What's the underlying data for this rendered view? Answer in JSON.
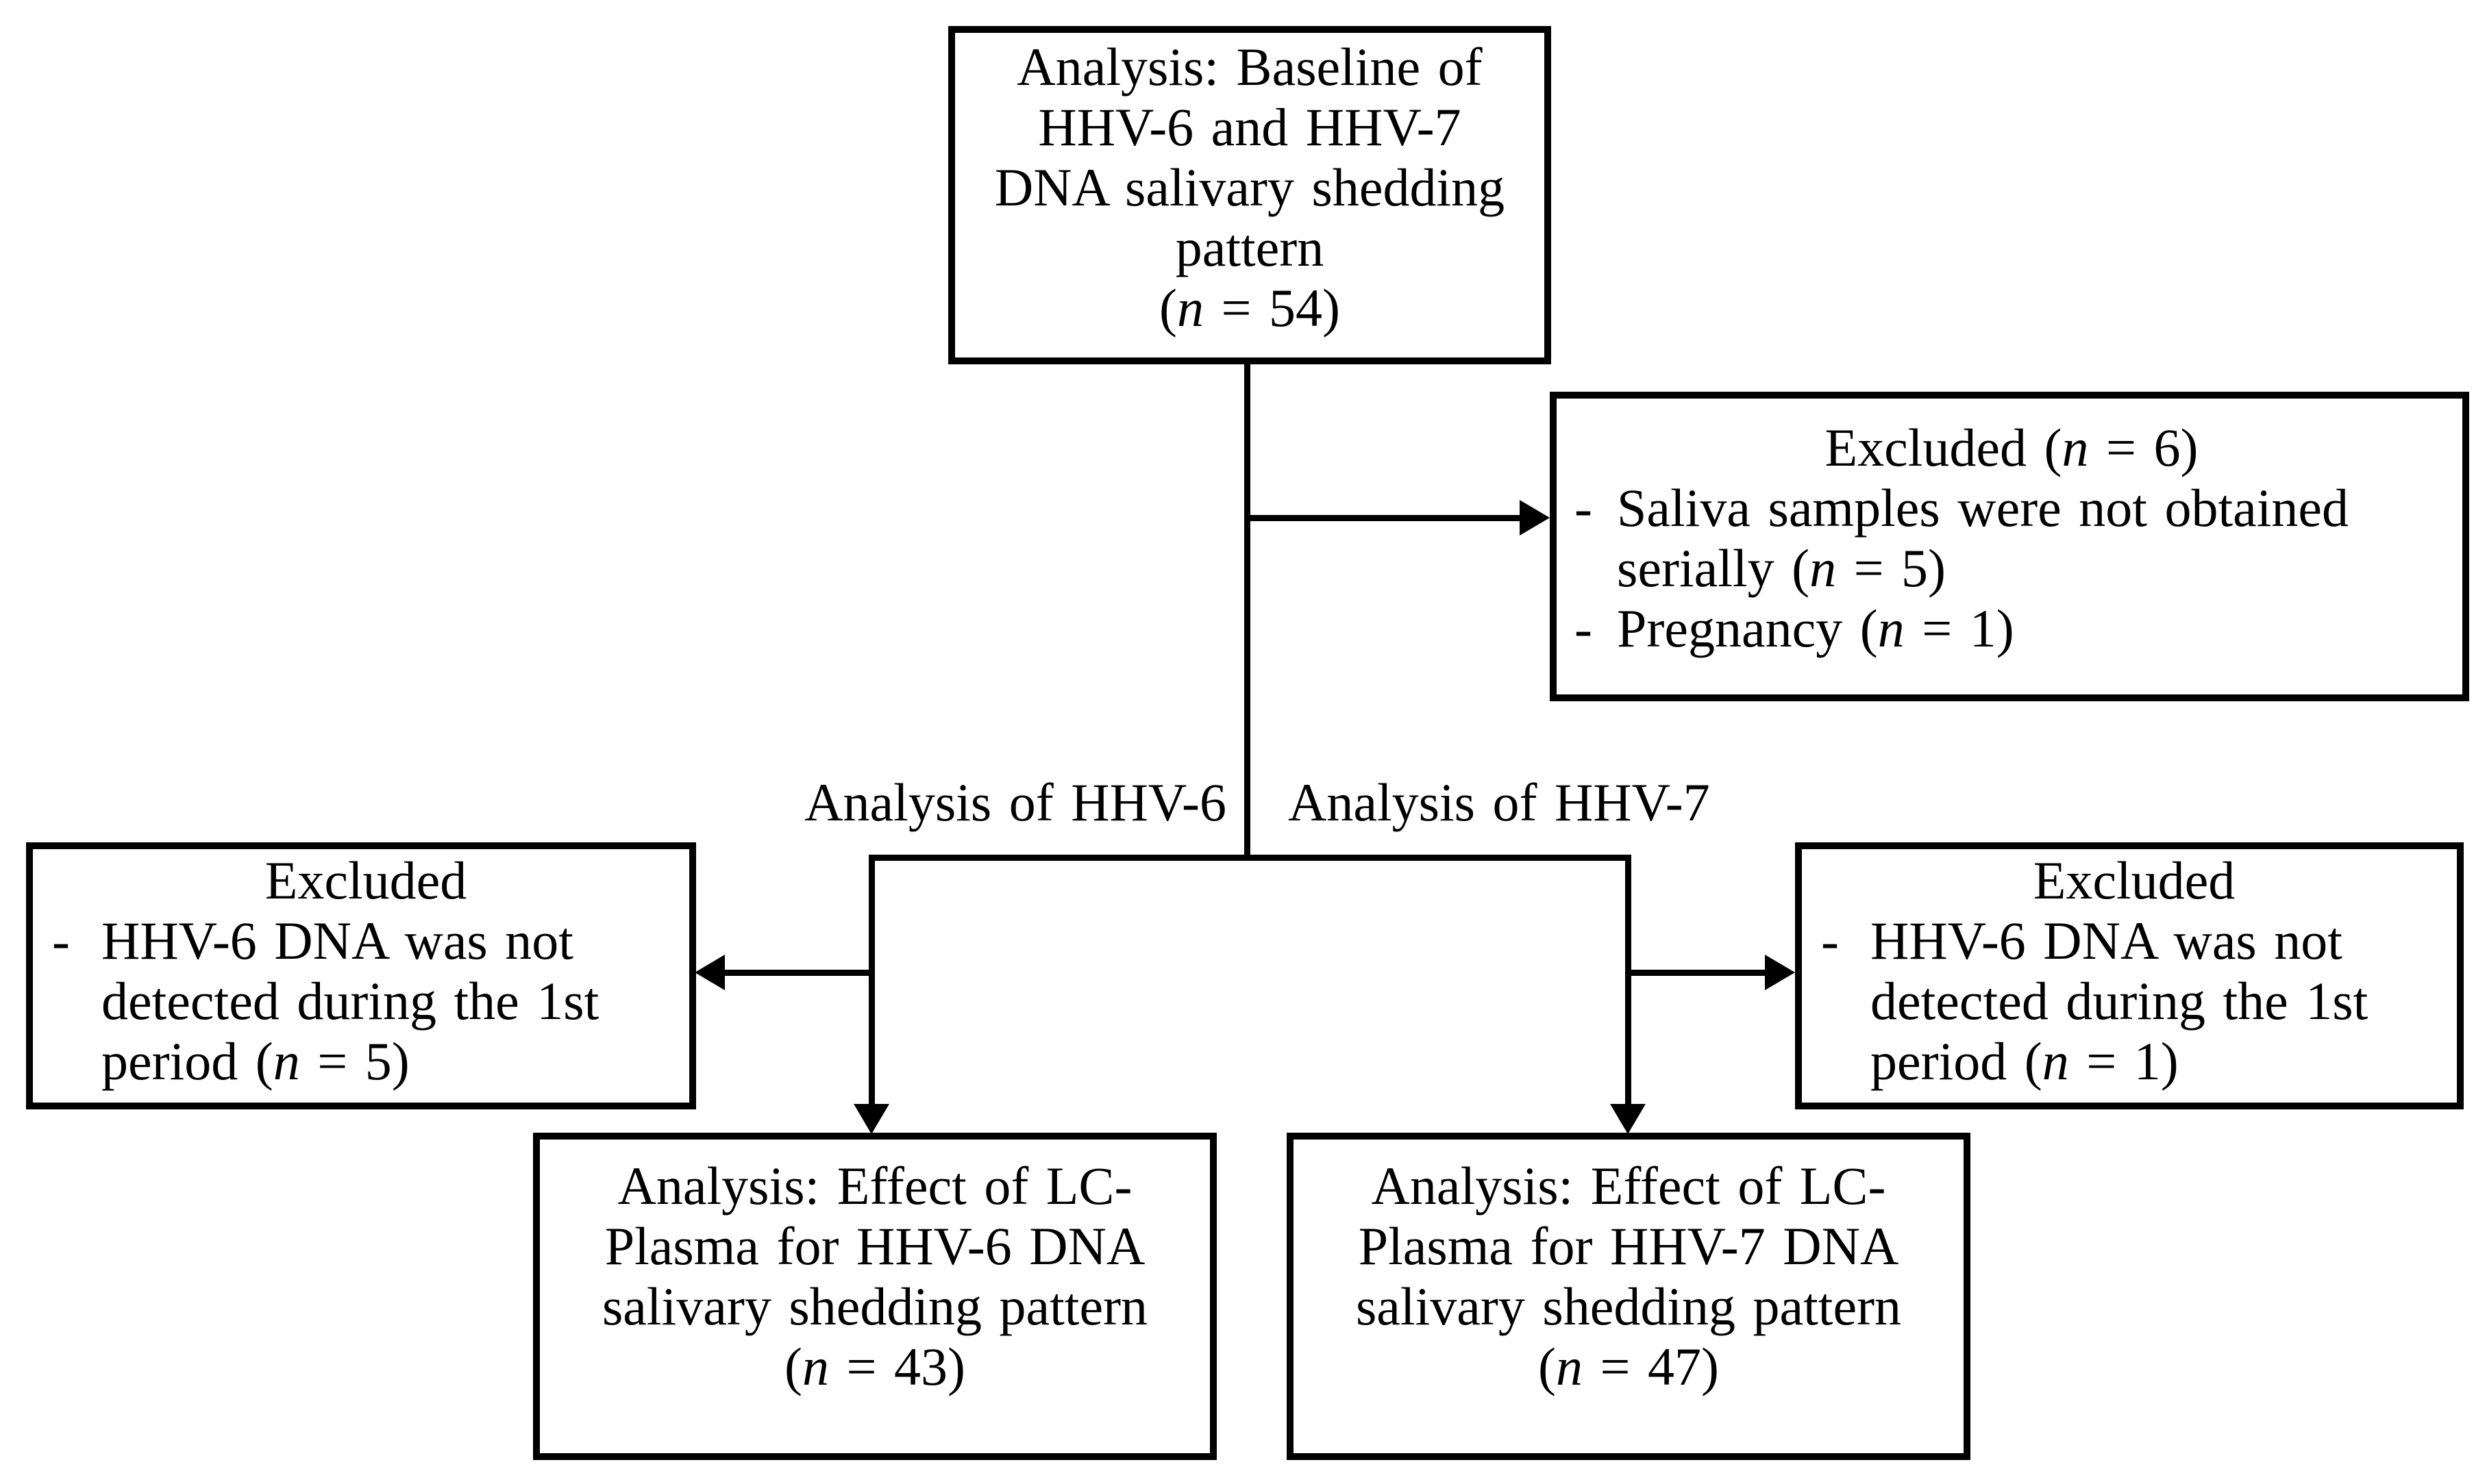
{
  "boxes": {
    "top": {
      "lines": [
        "Analysis: Baseline of",
        "HHV-6 and HHV-7",
        "DNA salivary shedding",
        "pattern",
        "(*n* = 54)"
      ]
    },
    "excluded_top": {
      "title": "Excluded (*n* = 6)",
      "bullet_marker": "-",
      "items": [
        {
          "lines": [
            "Saliva samples were not obtained",
            "serially (*n* = 5)"
          ]
        },
        {
          "lines": [
            "Pregnancy (*n* = 1)"
          ]
        }
      ]
    },
    "excluded_left": {
      "title": "Excluded",
      "bullet_marker": "-",
      "items": [
        {
          "lines": [
            "HHV-6 DNA was not",
            "detected during the 1st",
            "period (*n* = 5)"
          ]
        }
      ]
    },
    "excluded_right": {
      "title": "Excluded",
      "bullet_marker": "-",
      "items": [
        {
          "lines": [
            "HHV-6 DNA was not",
            "detected during the 1st",
            "period (*n* = 1)"
          ]
        }
      ]
    },
    "bottom_left": {
      "lines": [
        "Analysis: Effect of LC-",
        "Plasma for HHV-6 DNA",
        "salivary shedding pattern",
        "(*n* = 43)"
      ]
    },
    "bottom_right": {
      "lines": [
        "Analysis: Effect of LC-",
        "Plasma for HHV-7 DNA",
        "salivary shedding pattern",
        "(*n* = 47)"
      ]
    }
  },
  "branch_labels": {
    "left": "Analysis of HHV-6",
    "right": "Analysis of HHV-7"
  },
  "colors": {
    "line": "#000000",
    "text": "#000000",
    "background": "#ffffff"
  }
}
